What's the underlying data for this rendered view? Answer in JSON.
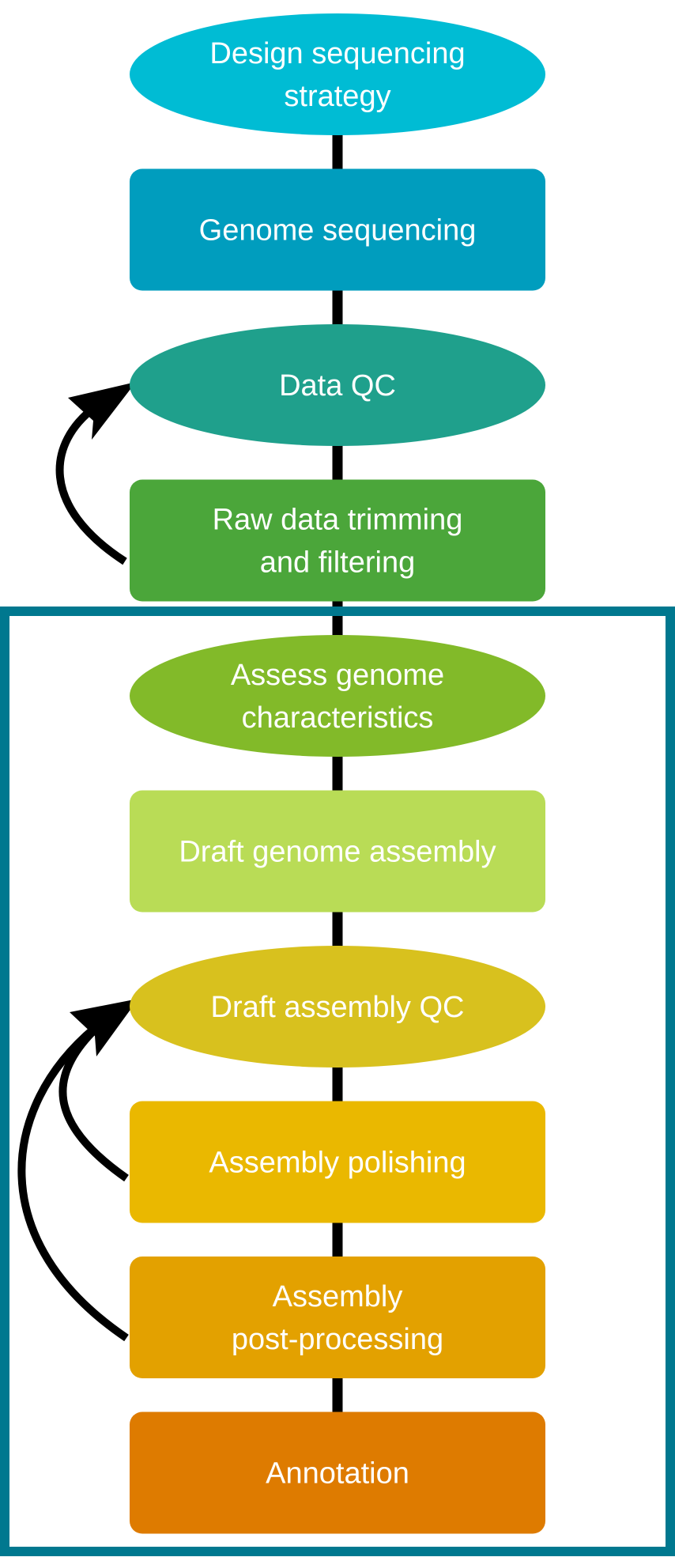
{
  "steps": [
    {
      "id": "design",
      "shape": "ellipse",
      "color": "#00BCD4",
      "lines": [
        "Design sequencing",
        "strategy"
      ]
    },
    {
      "id": "sequencing",
      "shape": "rect",
      "color": "#009DBE",
      "lines": [
        "Genome sequencing"
      ]
    },
    {
      "id": "data-qc",
      "shape": "ellipse",
      "color": "#1FA08C",
      "lines": [
        "Data QC"
      ]
    },
    {
      "id": "trimming",
      "shape": "rect",
      "color": "#4BA63A",
      "lines": [
        "Raw data trimming",
        "and filtering"
      ]
    },
    {
      "id": "assess",
      "shape": "ellipse",
      "color": "#82BA29",
      "lines": [
        "Assess genome",
        "characteristics"
      ]
    },
    {
      "id": "draft-assembly",
      "shape": "rect",
      "color": "#B9DC56",
      "lines": [
        "Draft genome assembly"
      ]
    },
    {
      "id": "draft-qc",
      "shape": "ellipse",
      "color": "#D8C11E",
      "lines": [
        "Draft assembly QC"
      ]
    },
    {
      "id": "polishing",
      "shape": "rect",
      "color": "#EAB800",
      "lines": [
        "Assembly polishing"
      ]
    },
    {
      "id": "post-processing",
      "shape": "rect",
      "color": "#E3A100",
      "lines": [
        "Assembly",
        "post-processing"
      ]
    },
    {
      "id": "annotation",
      "shape": "rect",
      "color": "#DE7B00",
      "lines": [
        "Annotation"
      ]
    }
  ],
  "colors": {
    "connector": "#000000",
    "frame": "#00788F",
    "arrow": "#000000"
  }
}
